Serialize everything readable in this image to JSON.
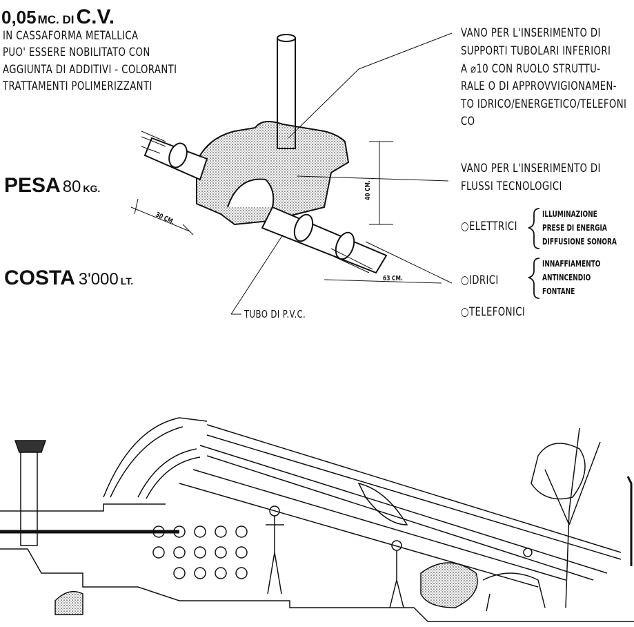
{
  "header_left": {
    "volume": "0,05",
    "volume_unit": "MC. DI",
    "material": "C.V.",
    "lines": [
      "IN CASSAFORMA METALLICA",
      "PUO' ESSERE NOBILITATO CON",
      "AGGIUNTA DI ADDITIVI - COLORANTI",
      "TRATTAMENTI POLIMERIZZANTI"
    ]
  },
  "weight": {
    "label": "PESA",
    "value": "80",
    "unit": "KG."
  },
  "cost": {
    "label": "COSTA",
    "value": "3'000",
    "unit": "LT."
  },
  "dimensions": {
    "height": "40 CM.",
    "width": "30 CM.",
    "length": "63 CM."
  },
  "pipe_label": "TUBO DI P.V.C.",
  "notes_right": {
    "support_lines": [
      "VANO PER L'INSERIMENTO DI",
      "SUPPORTI TUBOLARI INFERIORI",
      "A ⌀10 CON RUOLO STRUTTU-",
      "RALE O DI APPROVVIGIONAMEN-",
      "TO IDRICO/ENERGETICO/TELEFONI",
      "CO"
    ],
    "flow_lines": [
      "VANO PER L'INSERIMENTO DI",
      "FLUSSI TECNOLOGICI"
    ],
    "categories": [
      {
        "name": "ELETTRICI",
        "items": [
          "ILLUMINAZIONE",
          "PRESE DI ENERGIA",
          "DIFFUSIONE SONORA"
        ]
      },
      {
        "name": "IDRICI",
        "items": [
          "INNAFFIAMENTO",
          "ANTINCENDIO",
          "FONTANE"
        ]
      },
      {
        "name": "TELEFONICI",
        "items": []
      }
    ]
  }
}
